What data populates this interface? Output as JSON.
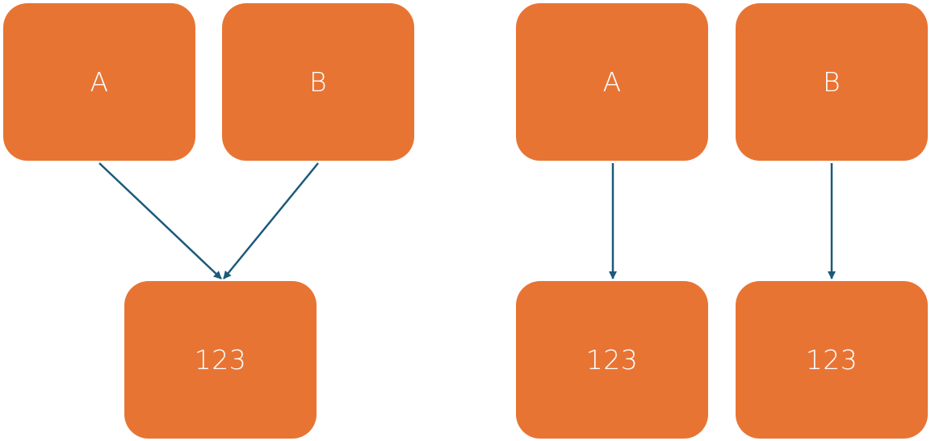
{
  "colors": {
    "node_fill": "#E87434",
    "node_text": "#FFFFFF",
    "arrow": "#1B5A7A"
  },
  "left_diagram": {
    "top_nodes": [
      {
        "label": "A"
      },
      {
        "label": "B"
      }
    ],
    "bottom_node": {
      "label": "123"
    },
    "connections": [
      {
        "from": "A",
        "to": "123"
      },
      {
        "from": "B",
        "to": "123"
      }
    ]
  },
  "right_diagram": {
    "top_nodes": [
      {
        "label": "A"
      },
      {
        "label": "B"
      }
    ],
    "bottom_nodes": [
      {
        "label": "123"
      },
      {
        "label": "123"
      }
    ],
    "connections": [
      {
        "from": "A",
        "to": "123"
      },
      {
        "from": "B",
        "to": "123"
      }
    ]
  }
}
